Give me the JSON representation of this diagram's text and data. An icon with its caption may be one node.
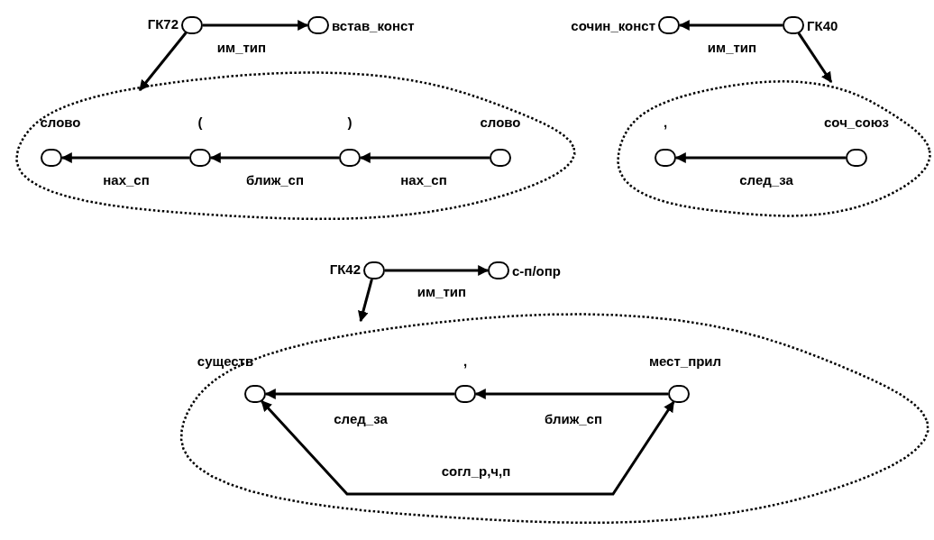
{
  "diagram": {
    "nodes": [
      {
        "text": [],
        "shape": "circle",
        "beside": [
          "ГК72"
        ]
      },
      {
        "text": [],
        "shape": "circle",
        "beside": [
          "встав_конст"
        ]
      },
      {
        "text": [],
        "shape": "cloud"
      },
      {
        "text": [],
        "shape": "circle",
        "beside": [
          "слово"
        ],
        "in": 2
      },
      {
        "text": [],
        "shape": "circle",
        "beside": [
          "("
        ],
        "in": 2
      },
      {
        "text": [],
        "shape": "circle",
        "beside": [
          ")"
        ],
        "in": 2
      },
      {
        "text": [],
        "shape": "circle",
        "beside": [
          "слово"
        ],
        "in": 2
      },
      {
        "text": [],
        "shape": "circle",
        "beside": [
          "сочин_конст"
        ]
      },
      {
        "text": [],
        "shape": "circle",
        "beside": [
          "ГК40"
        ]
      },
      {
        "text": [],
        "shape": "cloud"
      },
      {
        "text": [],
        "shape": "circle",
        "beside": [
          ","
        ],
        "in": 9
      },
      {
        "text": [],
        "shape": "circle",
        "beside": [
          "соч_союз"
        ],
        "in": 9
      },
      {
        "text": [],
        "shape": "circle",
        "beside": [
          "ГК42"
        ]
      },
      {
        "text": [],
        "shape": "circle",
        "beside": [
          "с-п/опр"
        ]
      },
      {
        "text": [],
        "shape": "cloud"
      },
      {
        "text": [],
        "shape": "circle",
        "beside": [
          "существ"
        ],
        "in": 14
      },
      {
        "text": [],
        "shape": "circle",
        "beside": [
          ","
        ],
        "in": 14
      },
      {
        "text": [],
        "shape": "circle",
        "beside": [
          "мест_прил"
        ],
        "in": 14
      }
    ],
    "edges": [
      {
        "from": 0,
        "to": 1,
        "arrow": "to",
        "label": "им_тип"
      },
      {
        "from": 0,
        "to": 2,
        "arrow": "to"
      },
      {
        "from": 6,
        "to": 5,
        "arrow": "to",
        "label": "нах_сп"
      },
      {
        "from": 5,
        "to": 4,
        "arrow": "to",
        "label": "ближ_сп"
      },
      {
        "from": 4,
        "to": 3,
        "arrow": "to",
        "label": "нах_сп"
      },
      {
        "from": 8,
        "to": 7,
        "arrow": "to",
        "label": "им_тип"
      },
      {
        "from": 8,
        "to": 9,
        "arrow": "to"
      },
      {
        "from": 11,
        "to": 10,
        "arrow": "to",
        "label": "след_за"
      },
      {
        "from": 12,
        "to": 13,
        "arrow": "to",
        "label": "им_тип"
      },
      {
        "from": 12,
        "to": 14,
        "arrow": "to"
      },
      {
        "from": 16,
        "to": 15,
        "arrow": "to",
        "label": "след_за"
      },
      {
        "from": 17,
        "to": 16,
        "arrow": "to",
        "label": "ближ_сп"
      },
      {
        "from": 15,
        "to": 17,
        "arrow": "both",
        "label": "согл_р,ч,п"
      }
    ]
  }
}
